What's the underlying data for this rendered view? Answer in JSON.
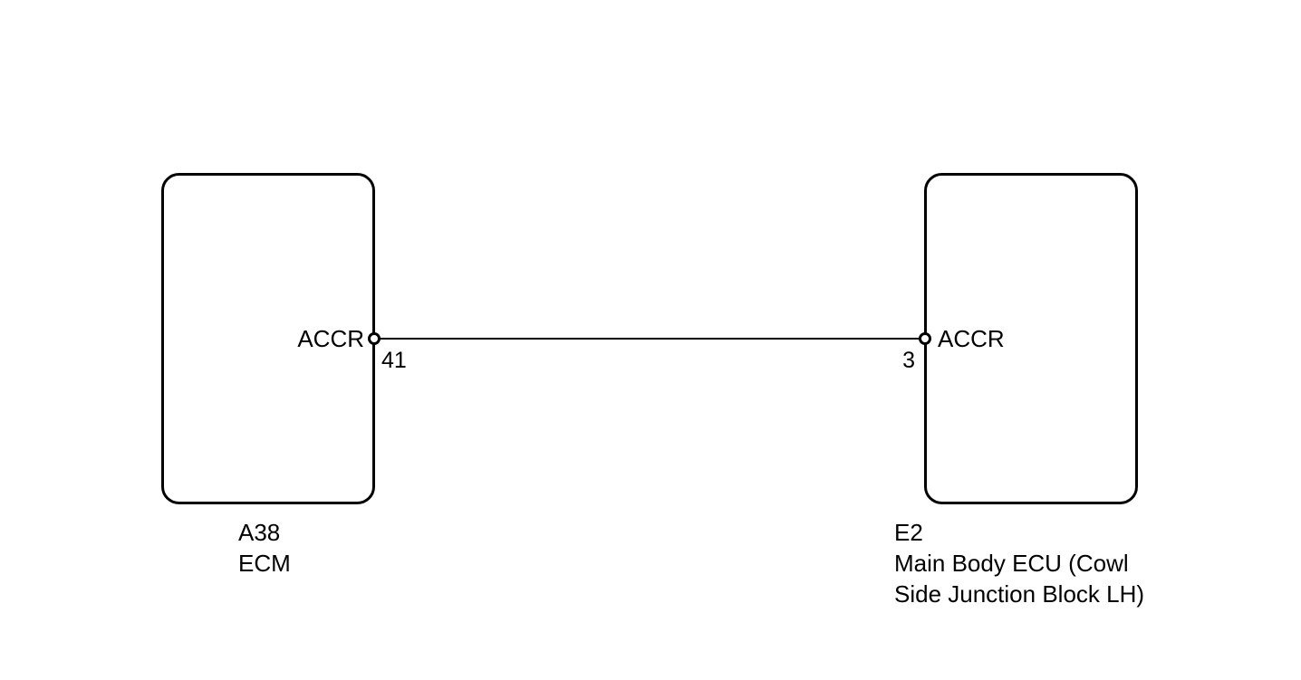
{
  "diagram": {
    "type": "wiring-diagram",
    "background_color": "#ffffff",
    "line_color": "#000000",
    "connectors": [
      {
        "id": "left",
        "code": "A38",
        "description_line1": "ECM",
        "description_line2": "",
        "terminal": {
          "signal_name": "ACCR",
          "pin_number": "41",
          "icon": "terminal-circle-icon"
        }
      },
      {
        "id": "right",
        "code": "E2",
        "description_line1": "Main Body ECU (Cowl",
        "description_line2": "Side Junction Block LH)",
        "terminal": {
          "signal_name": "ACCR",
          "pin_number": "3",
          "icon": "terminal-circle-icon"
        }
      }
    ],
    "wires": [
      {
        "from_connector": "A38",
        "from_pin": "41",
        "from_signal": "ACCR",
        "to_connector": "E2",
        "to_pin": "3",
        "to_signal": "ACCR"
      }
    ]
  }
}
